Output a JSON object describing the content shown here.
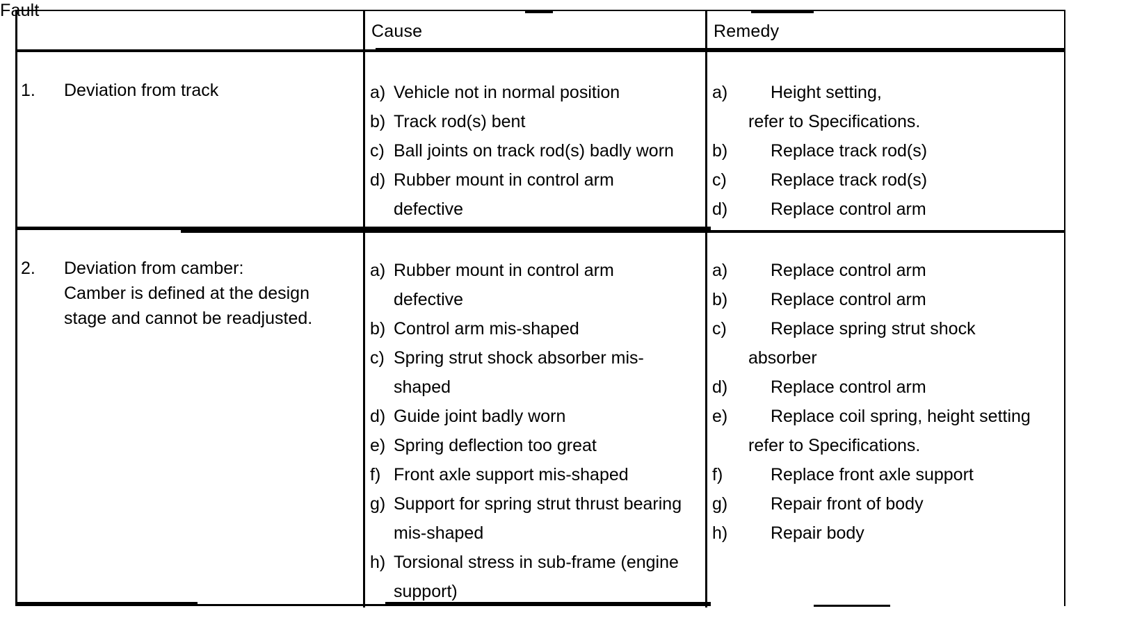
{
  "document": {
    "type": "fault-diagnosis-table",
    "columns": [
      "Fault",
      "Cause",
      "Remedy"
    ]
  },
  "table": {
    "headers": {
      "fault": "Fault",
      "cause": "Cause",
      "remedy": "Remedy"
    },
    "rows": [
      {
        "number": "1.",
        "fault_title": "Deviation from track",
        "fault_note": "",
        "causes": [
          {
            "marker": "a)",
            "text": "Vehicle not in normal position"
          },
          {
            "marker": "b)",
            "text": "Track rod(s) bent"
          },
          {
            "marker": "c)",
            "text": "Ball joints on track rod(s) badly worn"
          },
          {
            "marker": "d)",
            "text": "Rubber mount in control arm",
            "cont": "defective"
          }
        ],
        "remedies": [
          {
            "marker": "a)",
            "text": "Height setting,",
            "cont": "refer to Specifications."
          },
          {
            "marker": "b)",
            "text": "Replace track rod(s)"
          },
          {
            "marker": "c)",
            "text": "Replace track rod(s)"
          },
          {
            "marker": "d)",
            "text": "Replace control arm"
          }
        ]
      },
      {
        "number": "2.",
        "fault_title": "Deviation from camber:",
        "fault_note_line1": "Camber is defined at the design",
        "fault_note_line2": "stage and cannot be readjusted.",
        "causes": [
          {
            "marker": "a)",
            "text": "Rubber mount in control arm",
            "cont": "defective"
          },
          {
            "marker": "b)",
            "text": "Control arm mis-shaped"
          },
          {
            "marker": "c)",
            "text": "Spring strut shock absorber mis-",
            "cont": "shaped"
          },
          {
            "marker": "d)",
            "text": "Guide joint badly worn"
          },
          {
            "marker": "e)",
            "text": "Spring deflection too great"
          },
          {
            "marker": "f)",
            "text": "Front axle support mis-shaped"
          },
          {
            "marker": "g)",
            "text": "Support for spring strut thrust bearing",
            "cont": "mis-shaped"
          },
          {
            "marker": "h)",
            "text": "Torsional stress in sub-frame (engine",
            "cont": "support)"
          }
        ],
        "remedies": [
          {
            "marker": "a)",
            "text": "Replace control arm"
          },
          {
            "marker": "b)",
            "text": "Replace control arm"
          },
          {
            "marker": "c)",
            "text": "Replace spring strut shock",
            "cont": "absorber"
          },
          {
            "marker": "d)",
            "text": "Replace control arm"
          },
          {
            "marker": "e)",
            "text": "Replace coil spring, height setting",
            "cont": "refer to Specifications."
          },
          {
            "marker": "f)",
            "text": "Replace front axle support"
          },
          {
            "marker": "g)",
            "text": "Repair front of body"
          },
          {
            "marker": "h)",
            "text": "Repair body"
          }
        ]
      }
    ]
  },
  "colors": {
    "ink": "#000000",
    "paper": "#ffffff"
  }
}
